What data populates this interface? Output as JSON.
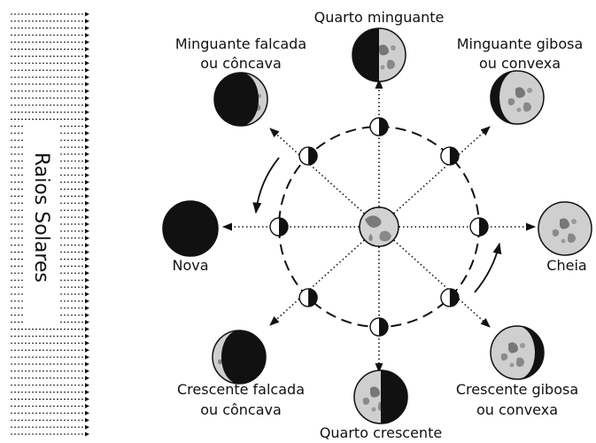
{
  "diagram": {
    "sun_rays_label": "Raios Solares",
    "phases": {
      "quarto_minguante": {
        "line1": "Quarto minguante",
        "line2": ""
      },
      "minguante_falcada": {
        "line1": "Minguante falcada",
        "line2": "ou côncava"
      },
      "minguante_gibosa": {
        "line1": "Minguante gibosa",
        "line2": "ou convexa"
      },
      "nova": {
        "line1": "Nova",
        "line2": ""
      },
      "cheia": {
        "line1": "Cheia",
        "line2": ""
      },
      "crescente_falcada": {
        "line1": "Crescente falcada",
        "line2": "ou côncava"
      },
      "crescente_gibosa": {
        "line1": "Crescente gibosa",
        "line2": "ou convexa"
      },
      "quarto_crescente": {
        "line1": "Quarto crescente",
        "line2": ""
      }
    },
    "colors": {
      "ink": "#111111",
      "moon_gray": "#cfcfcf",
      "earth": "#d0d0d0",
      "paper": "#ffffff"
    }
  }
}
